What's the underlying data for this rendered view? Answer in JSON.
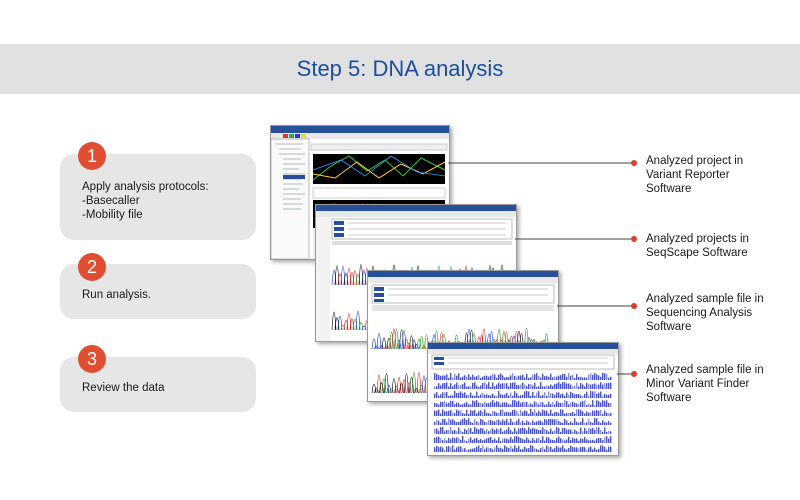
{
  "header": {
    "title": "Step 5: DNA analysis"
  },
  "steps": [
    {
      "number": "1",
      "lines": [
        "Apply analysis protocols:",
        "-Basecaller",
        "-Mobility file"
      ]
    },
    {
      "number": "2",
      "lines": [
        "Run analysis."
      ]
    },
    {
      "number": "3",
      "lines": [
        "Review the data"
      ]
    }
  ],
  "callouts": [
    {
      "lines": [
        "Analyzed project in",
        "Variant Reporter",
        "Software"
      ]
    },
    {
      "lines": [
        "Analyzed projects in",
        "SeqScape Software"
      ]
    },
    {
      "lines": [
        "Analyzed sample file in",
        "Sequencing Analysis",
        "Software"
      ]
    },
    {
      "lines": [
        "Analyzed sample file in",
        "Minor Variant Finder",
        "Software"
      ]
    }
  ],
  "colors": {
    "title_text": "#1d4e9e",
    "badge": "#e04e32",
    "callout_dot": "#d9402b"
  }
}
